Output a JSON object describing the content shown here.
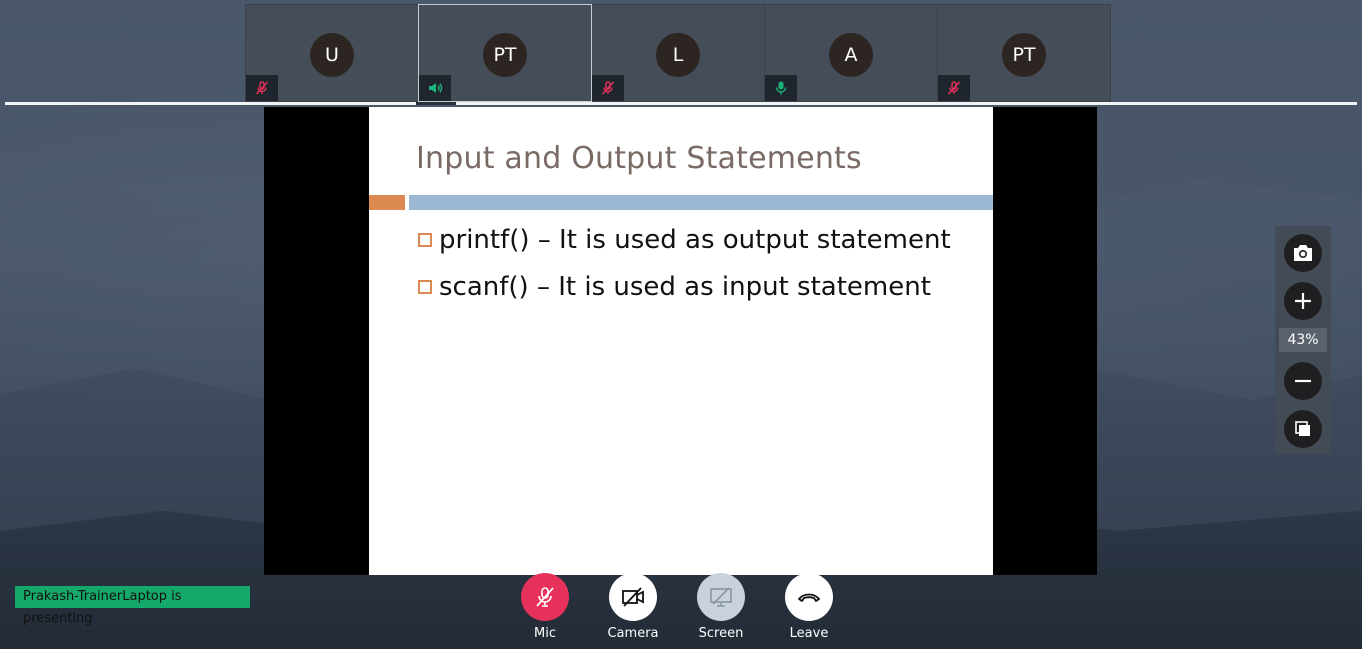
{
  "participants": [
    {
      "initials": "U",
      "mic": "muted",
      "active": false
    },
    {
      "initials": "PT",
      "mic": "speaking",
      "active": true
    },
    {
      "initials": "L",
      "mic": "muted",
      "active": false
    },
    {
      "initials": "A",
      "mic": "on",
      "active": false
    },
    {
      "initials": "PT",
      "mic": "muted",
      "active": false
    }
  ],
  "slide": {
    "title": "Input and Output Statements",
    "bullets": [
      "printf() – It is used as output statement",
      "scanf() – It is used as input statement"
    ]
  },
  "zoom": {
    "value_label": "43%"
  },
  "presenting_label": "Prakash-TrainerLaptop is presenting",
  "controls": {
    "mic": "Mic",
    "camera": "Camera",
    "screen": "Screen",
    "leave": "Leave"
  },
  "colors": {
    "muted": "#e6325a",
    "mic_on": "#19b47a",
    "presenting_bg": "#14a86a",
    "slide_accent_orange": "#dc8a52",
    "slide_accent_blue": "#9ab8d4"
  }
}
